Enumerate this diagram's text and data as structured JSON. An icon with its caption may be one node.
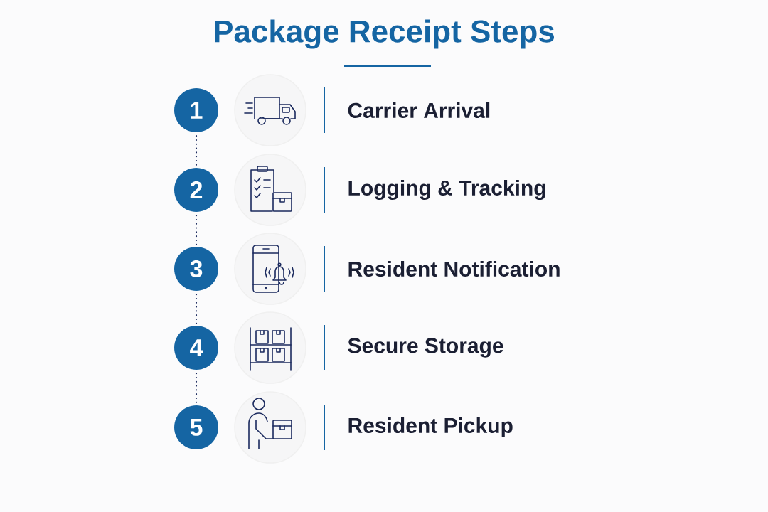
{
  "diagram": {
    "title": "Package Receipt Steps",
    "nodes": [
      {
        "text": [
          "1"
        ]
      },
      {
        "text": [
          "2"
        ]
      },
      {
        "text": [
          "3"
        ]
      },
      {
        "text": [
          "4"
        ]
      },
      {
        "text": [
          "5"
        ]
      }
    ],
    "edges": [
      {
        "from": 0,
        "to": 1,
        "arrow": "none",
        "style": "dashed"
      },
      {
        "from": 1,
        "to": 2,
        "arrow": "none",
        "style": "dashed"
      },
      {
        "from": 2,
        "to": 3,
        "arrow": "none",
        "style": "dashed"
      },
      {
        "from": 3,
        "to": 4,
        "arrow": "none",
        "style": "dashed"
      }
    ],
    "labels": [
      "Carrier Arrival",
      "Logging & Tracking",
      "Resident Notification",
      "Secure Storage",
      "Resident Pickup"
    ]
  }
}
